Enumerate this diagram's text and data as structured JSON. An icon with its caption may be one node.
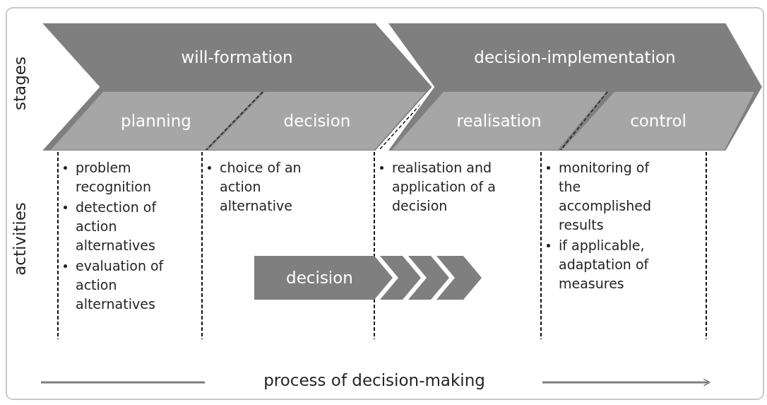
{
  "diagram": {
    "nodes": [
      {
        "text": [
          "will-formation"
        ]
      },
      {
        "text": [
          "decision-implementation"
        ]
      },
      {
        "text": [
          "planning"
        ],
        "in": 0
      },
      {
        "text": [
          "decision"
        ],
        "in": 0
      },
      {
        "text": [
          "realisation"
        ],
        "in": 1
      },
      {
        "text": [
          "control"
        ],
        "in": 1
      },
      {
        "text": [
          "decision"
        ]
      }
    ],
    "labels": [
      "stages",
      "activities",
      "problem recognition",
      "detection of action alternatives",
      "evaluation of action alternatives",
      "choice of an action alternative",
      "realisation and application of a decision",
      "monitoring of the accomplished results",
      "if applicable, adaptation of measures",
      "process of decision-making"
    ]
  }
}
